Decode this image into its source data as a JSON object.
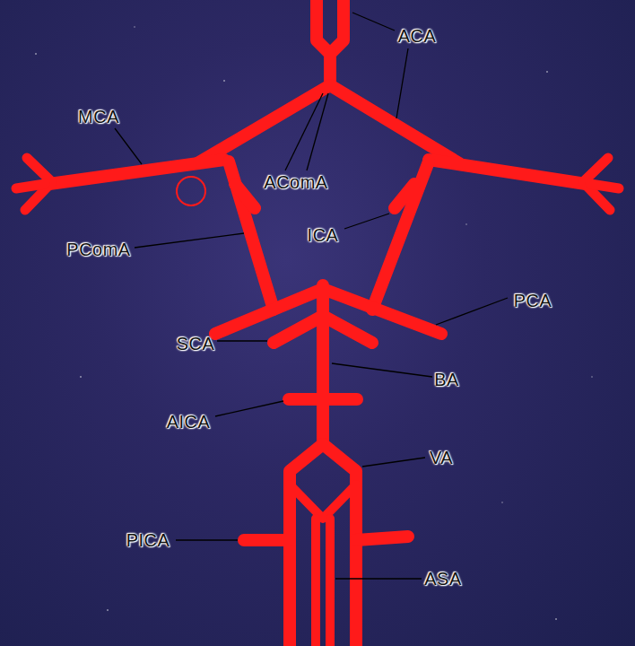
{
  "diagram": {
    "labels": [
      "ACA",
      "MCA",
      "AComA",
      "ICA",
      "PComA",
      "PCA",
      "SCA",
      "BA",
      "AICA",
      "VA",
      "PICA",
      "ASA"
    ]
  }
}
